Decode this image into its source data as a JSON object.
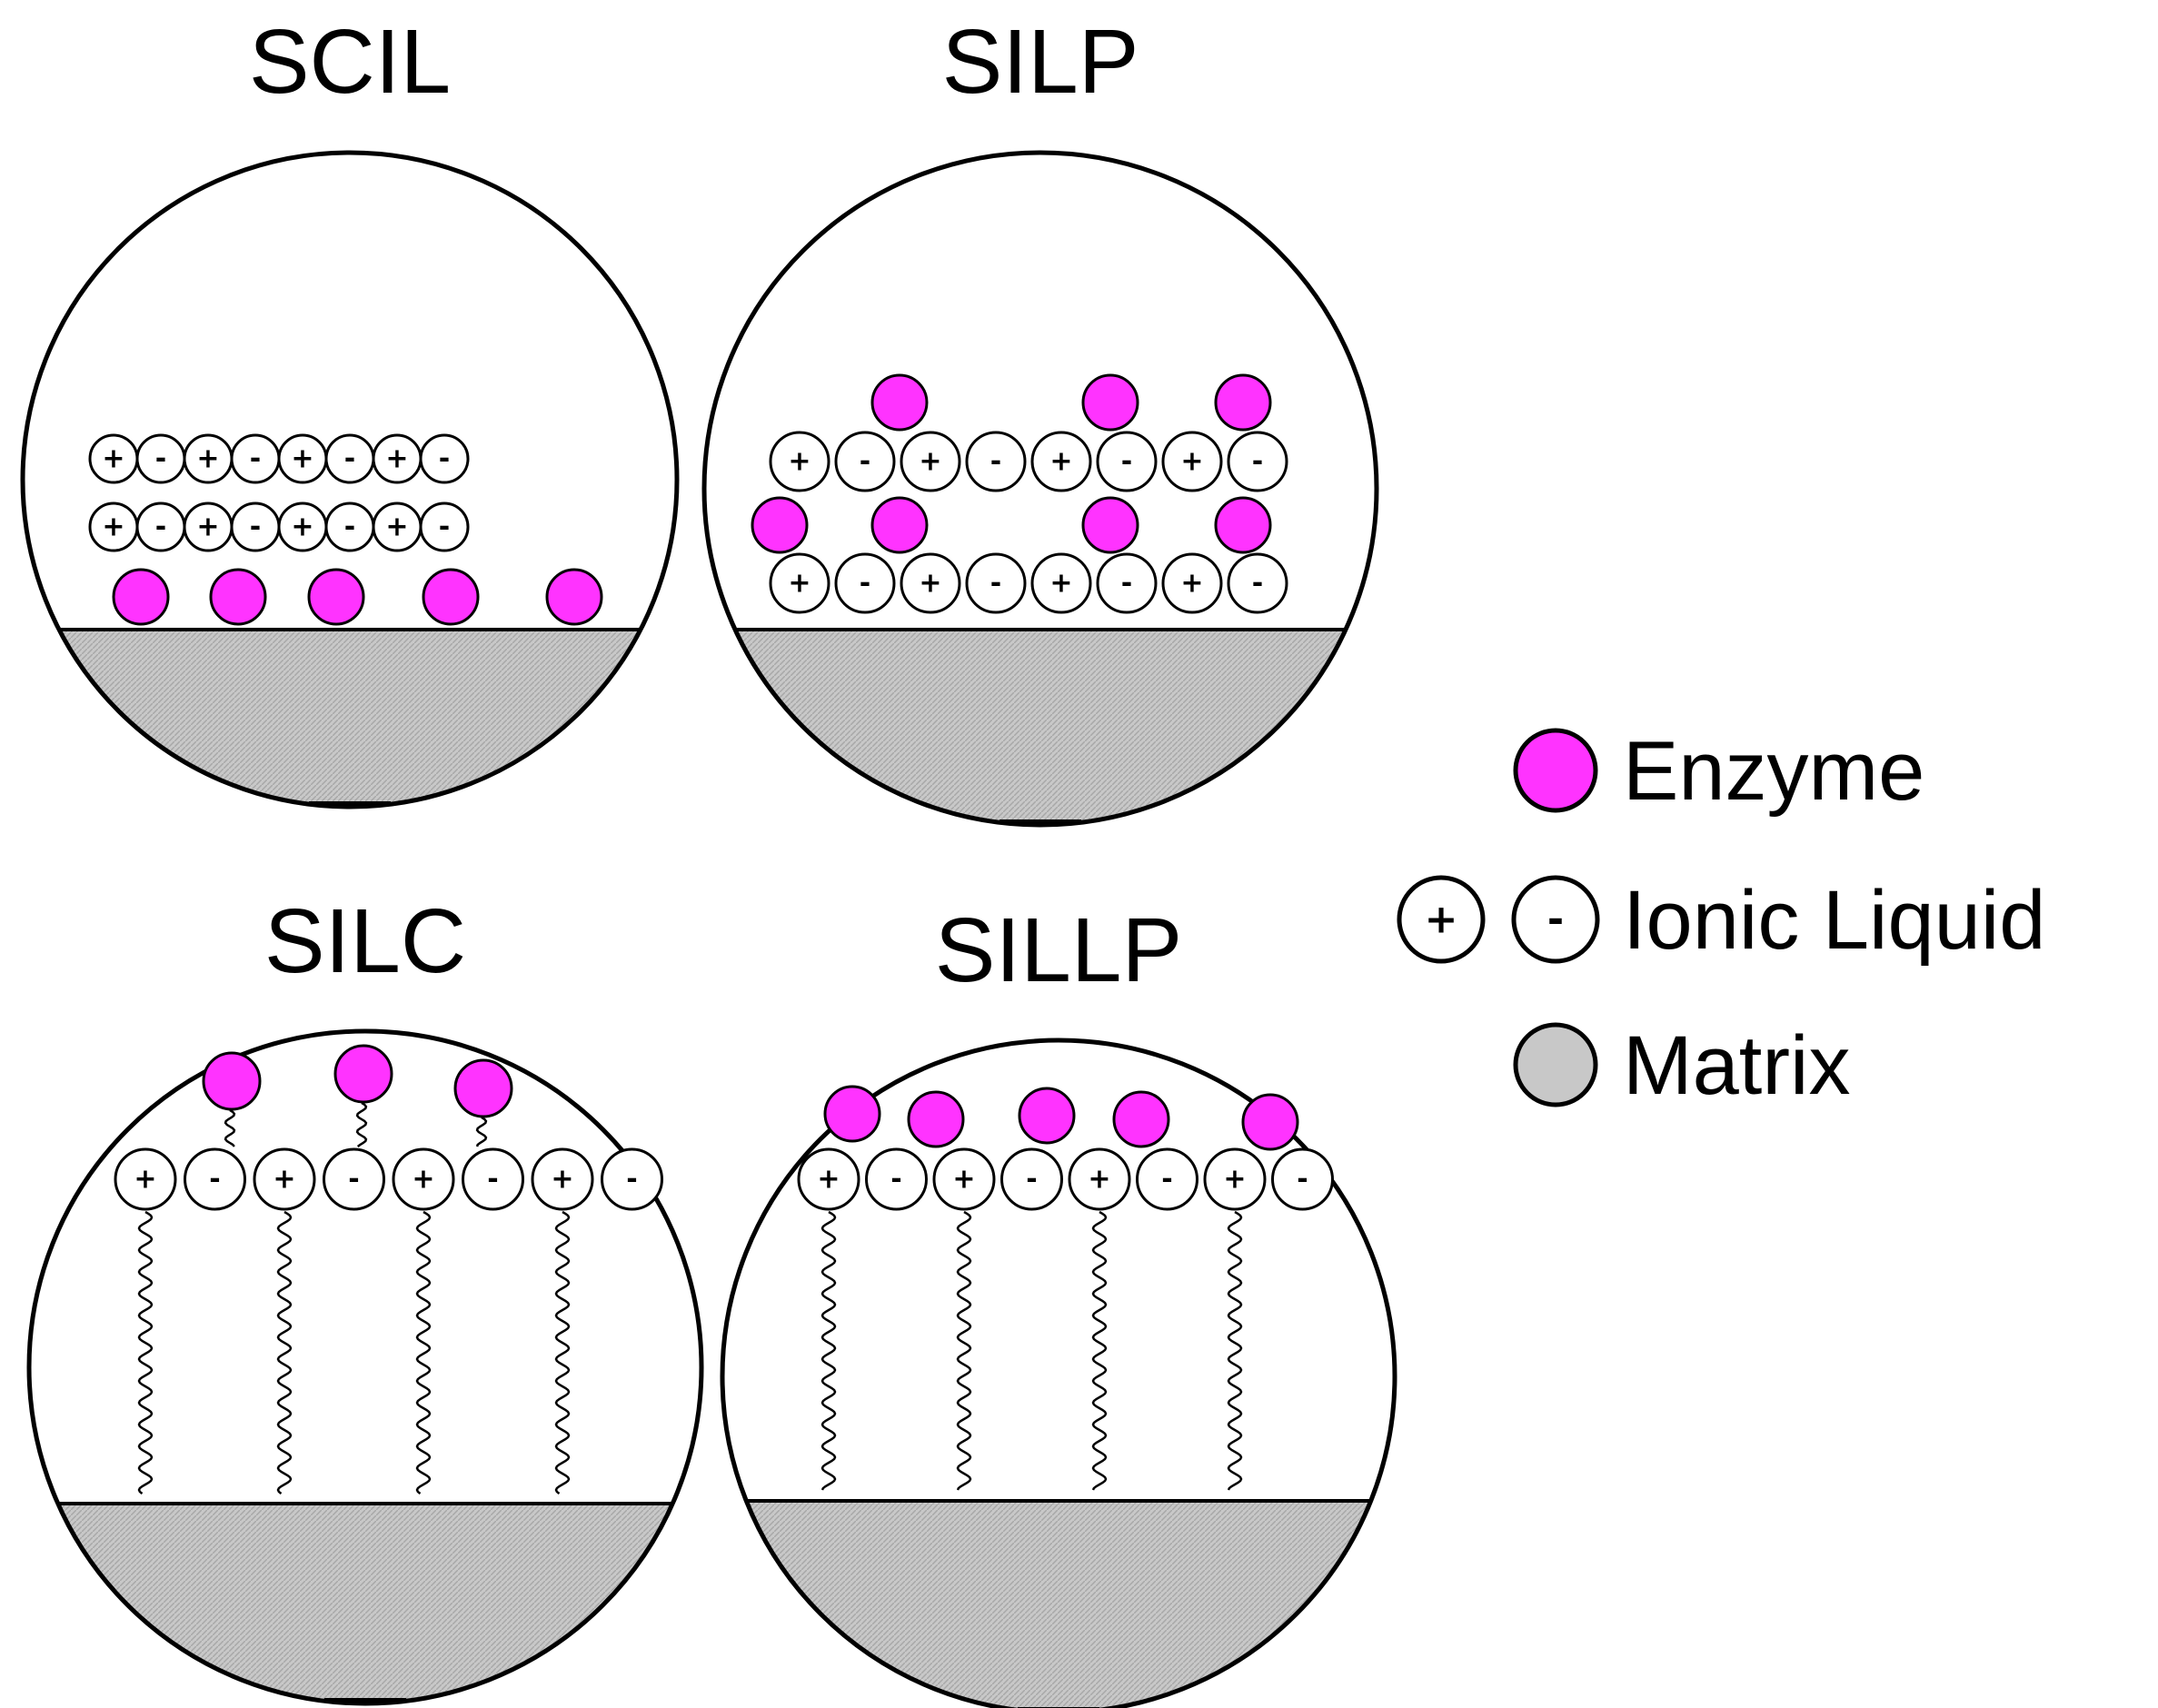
{
  "panels": [
    {
      "id": "scil",
      "title": "SCIL"
    },
    {
      "id": "silp",
      "title": "SILP"
    },
    {
      "id": "silc",
      "title": "SILC"
    },
    {
      "id": "sillp",
      "title": "SILLP"
    }
  ],
  "ions": {
    "cation_sign": "+",
    "anion_sign": "-"
  },
  "legend": {
    "enzyme": "Enzyme",
    "ionic_liquid": "Ionic Liquid",
    "matrix": "Matrix"
  },
  "colors": {
    "enzyme": "#ff33ff",
    "matrix": "#c8c8c8",
    "outline": "#000000"
  }
}
